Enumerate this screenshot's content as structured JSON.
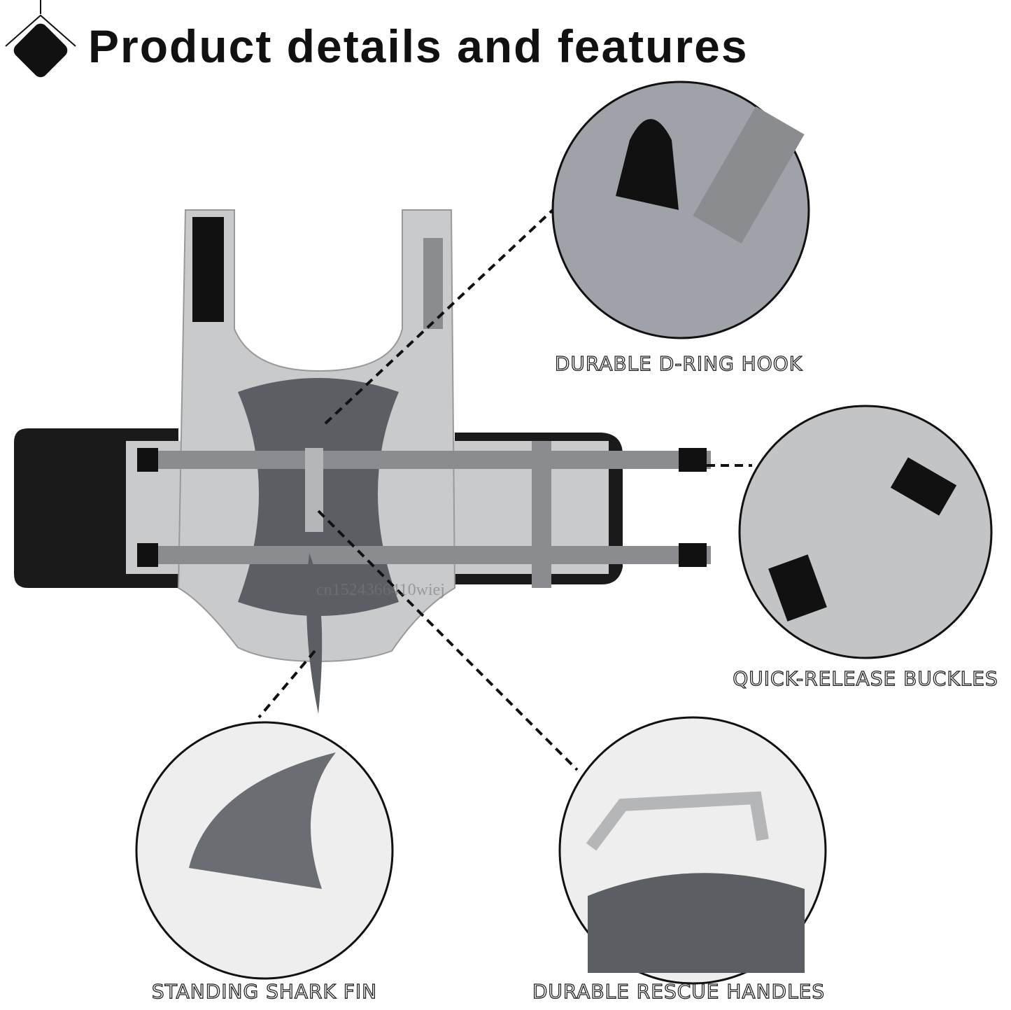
{
  "header": {
    "title": "Product details and features",
    "icon": "diamond-tag-icon"
  },
  "features": [
    {
      "label": "DURABLE D-RING HOOK"
    },
    {
      "label": "QUICK-RELEASE BUCKLES"
    },
    {
      "label": "STANDING SHARK FIN"
    },
    {
      "label": "DURABLE RESCUE HANDLES"
    }
  ],
  "watermark": "cn1524366410wiej",
  "colors": {
    "vest_light": "#c9cacc",
    "vest_dark": "#5b5e63",
    "strap": "#8a8c90",
    "black": "#111111"
  }
}
